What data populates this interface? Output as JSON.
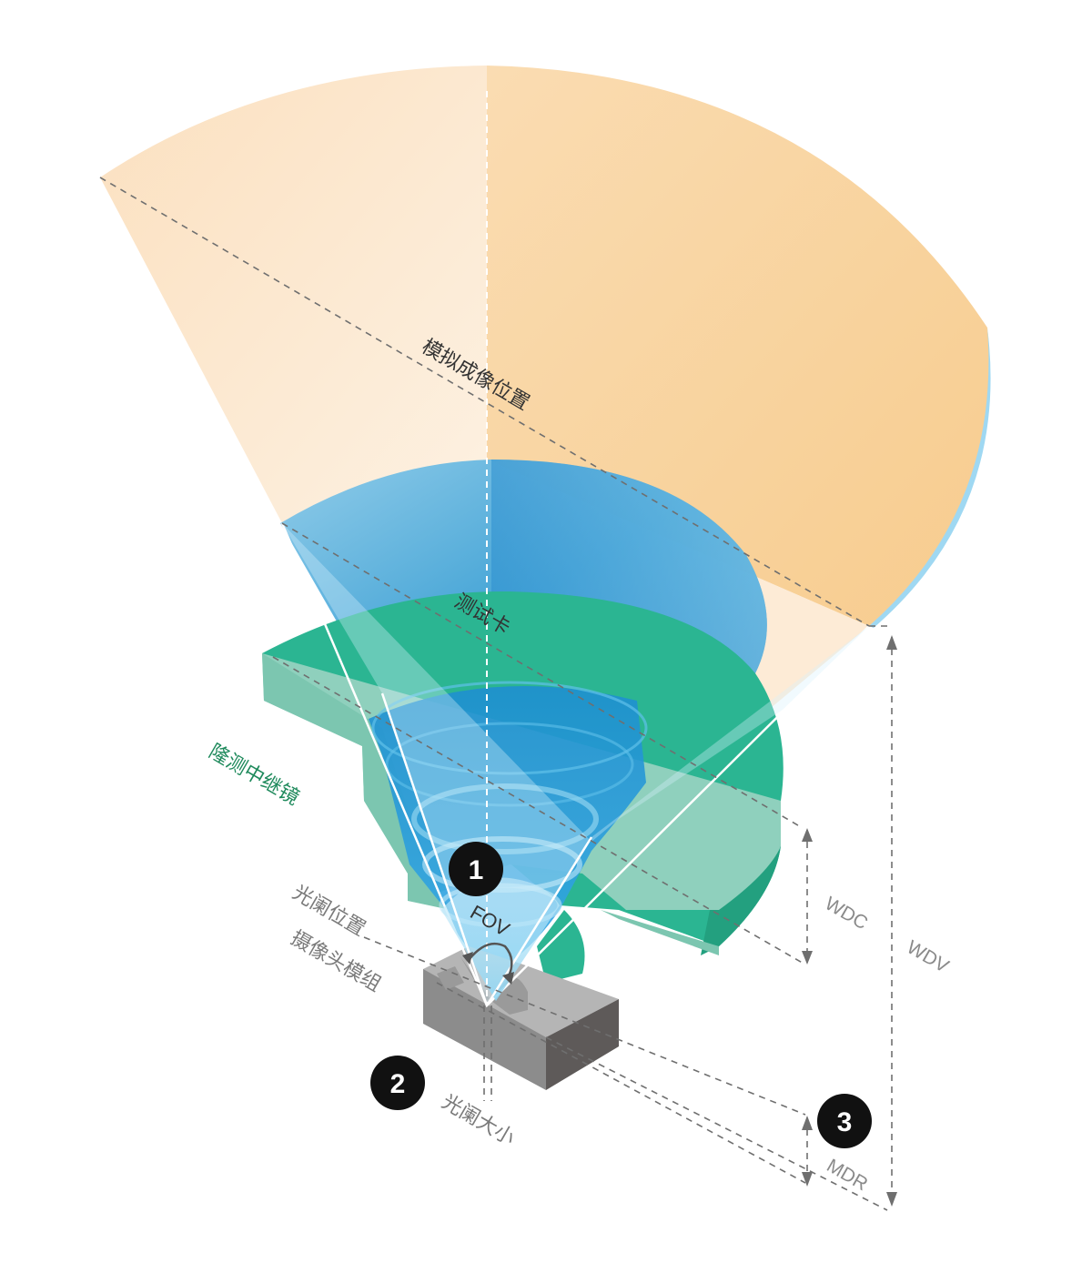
{
  "labels": {
    "simulated_image_position": "模拟成像位置",
    "test_chart": "测试卡",
    "relay_lens": "隆测中继镜",
    "aperture_position": "光阑位置",
    "camera_module": "摄像头模组",
    "aperture_size": "光阑大小",
    "fov": "FOV",
    "wdc": "WDC",
    "wdv": "WDV",
    "mdr": "MDR"
  },
  "badges": [
    "1",
    "2",
    "3"
  ],
  "colors": {
    "virtual_plane": "#f8d29a",
    "virtual_plane_light": "#fdebd4",
    "test_chart": "#3aa6dc",
    "relay_lens": "#2bb592",
    "relay_lens_face": "#8fd0bd",
    "camera_module": "#8c8c8c",
    "badge": "#111111"
  }
}
